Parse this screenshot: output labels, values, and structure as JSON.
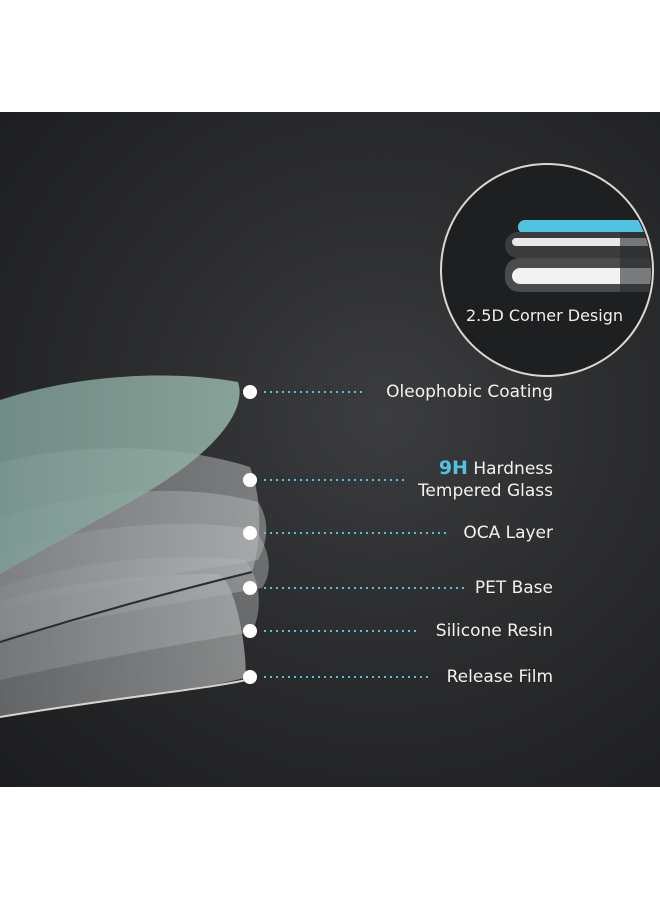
{
  "corner_badge": {
    "label": "2.5D Corner Design"
  },
  "layers": [
    {
      "id": "oleophobic",
      "label": "Oleophobic Coating"
    },
    {
      "id": "hardness",
      "highlight": "9H",
      "label": "Hardness",
      "label2": "Tempered Glass"
    },
    {
      "id": "oca",
      "label": "OCA Layer"
    },
    {
      "id": "pet",
      "label": "PET Base"
    },
    {
      "id": "silicone",
      "label": "Silicone Resin"
    },
    {
      "id": "release",
      "label": "Release Film"
    }
  ],
  "colors": {
    "accent": "#4fc3e0",
    "background": "#2b2c2e",
    "glass": "#8fb0a6"
  }
}
